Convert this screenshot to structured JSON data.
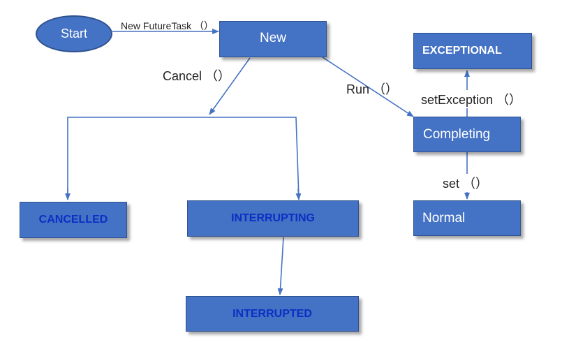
{
  "nodes": {
    "start": "Start",
    "new": "New",
    "exceptional": "EXCEPTIONAL",
    "completing": "Completing",
    "normal": "Normal",
    "cancelled": "CANCELLED",
    "interrupting": "INTERRUPTING",
    "interrupted": "INTERRUPTED"
  },
  "edges": {
    "new_future_task": "New FutureTask （）",
    "cancel": "Cancel （）",
    "run": "Run （）",
    "set_exception": "setException （）",
    "set": "set （）"
  },
  "colors": {
    "node_fill": "#4472c4",
    "node_border": "#2f528f",
    "blue_label": "#0b2fc4",
    "arrow": "#4472c4"
  }
}
